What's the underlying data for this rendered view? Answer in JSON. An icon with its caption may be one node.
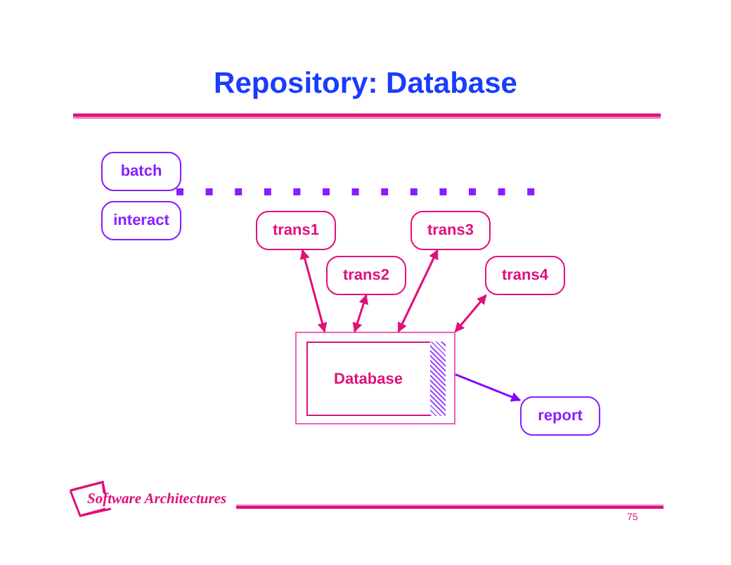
{
  "diagram": {
    "title": "Repository: Database",
    "nodes": [
      {
        "text": [
          "batch"
        ]
      },
      {
        "text": [
          "interact"
        ]
      },
      {
        "text": [
          "trans1"
        ]
      },
      {
        "text": [
          "trans2"
        ]
      },
      {
        "text": [
          "trans3"
        ]
      },
      {
        "text": [
          "trans4"
        ]
      },
      {
        "text": [
          "Database"
        ]
      },
      {
        "text": [
          "report"
        ]
      }
    ],
    "edges": [
      {
        "from": 6,
        "to": 2,
        "arrow": "both"
      },
      {
        "from": 6,
        "to": 3,
        "arrow": "both"
      },
      {
        "from": 6,
        "to": 4,
        "arrow": "both"
      },
      {
        "from": 6,
        "to": 5,
        "arrow": "both"
      },
      {
        "from": 6,
        "to": 7,
        "arrow": "to",
        "color": "#8800ff"
      }
    ],
    "labels": [
      "Software Architectures",
      "75"
    ]
  }
}
